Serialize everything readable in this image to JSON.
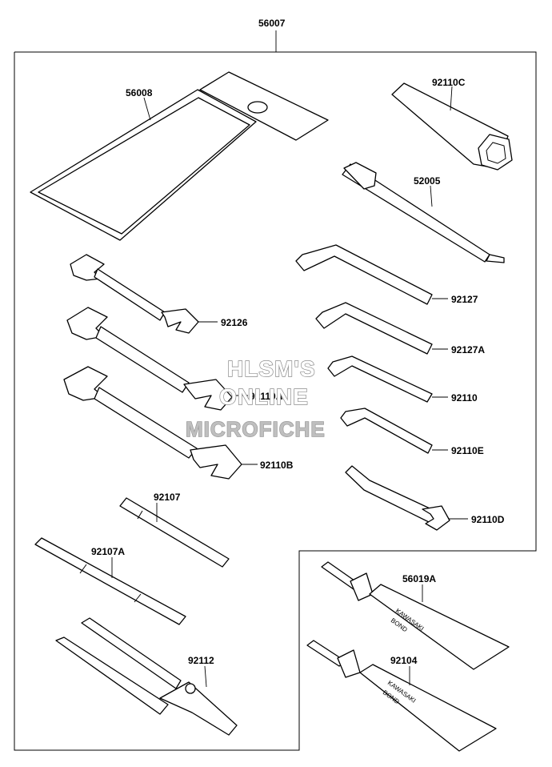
{
  "parts": {
    "kit": "56007",
    "tool_bag": "56008",
    "plug_wrench": "92110C",
    "handle": "52005",
    "hex_wrench_1": "92127",
    "hex_wrench_2": "92127A",
    "hex_wrench_3": "92110",
    "hex_wrench_4": "92110E",
    "spoke_wrench": "92110D",
    "wrench_small": "92126",
    "wrench_mid": "92110A",
    "wrench_large": "92110B",
    "screwdriver": "92107",
    "screwdriver_alt": "92107A",
    "pliers": "92112",
    "bond_tube_1": "56019A",
    "bond_tube_2": "92104"
  },
  "watermark": {
    "line1": "HLSM'S",
    "line2": "ONLINE",
    "line3": "MICROFICHE"
  },
  "tube_print": {
    "brand": "KAWASAKI",
    "product": "BOND"
  }
}
